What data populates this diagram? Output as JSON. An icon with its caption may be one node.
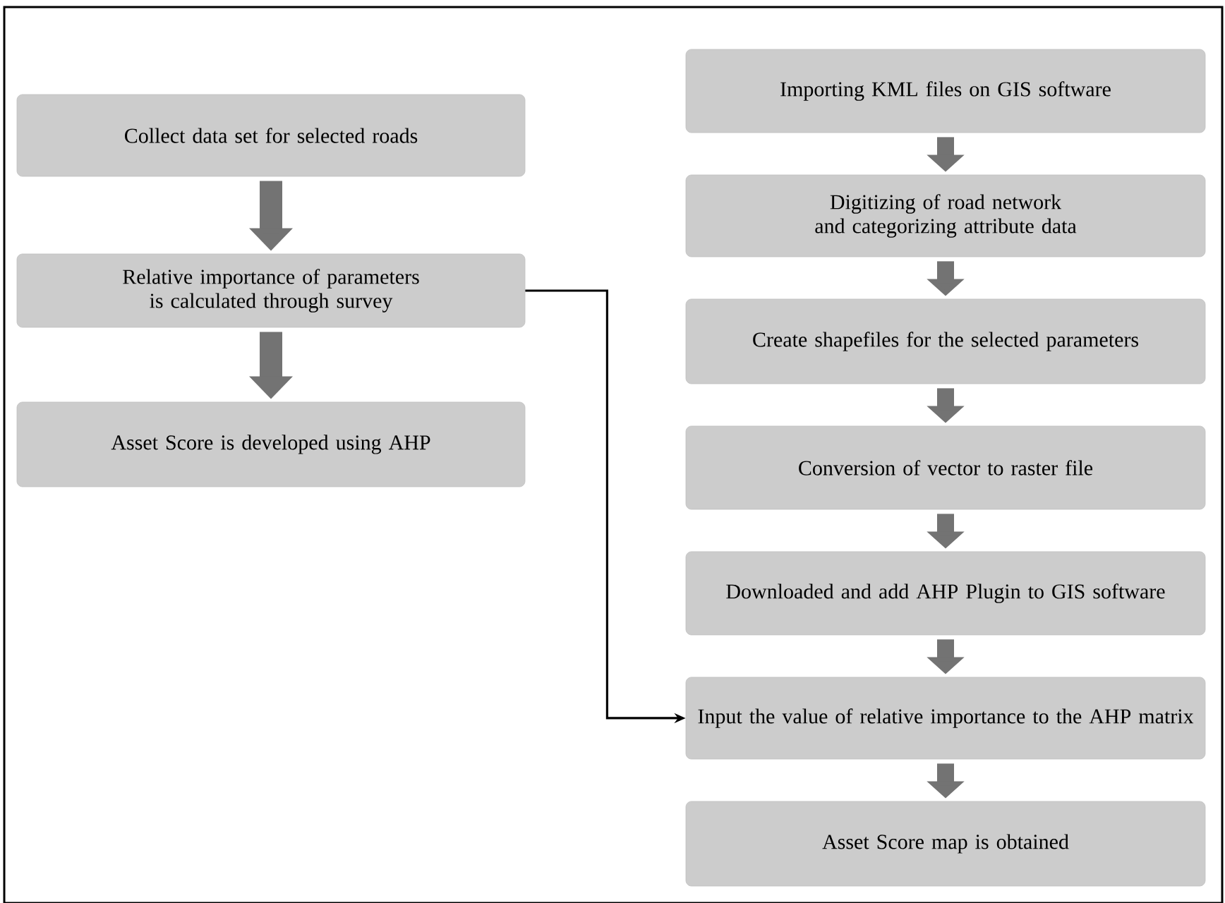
{
  "diagram": {
    "nodes": [
      {
        "text": [
          "Collect data set for selected roads"
        ]
      },
      {
        "text": [
          "Relative importance of parameters is calculated through survey"
        ]
      },
      {
        "text": [
          "Asset Score is developed using AHP"
        ]
      },
      {
        "text": [
          "Importing KML files on GIS software"
        ]
      },
      {
        "text": [
          "Digitizing of road network and categorizing attribute data"
        ]
      },
      {
        "text": [
          "Create shapefiles for the selected parameters"
        ]
      },
      {
        "text": [
          "Conversion of vector to raster file"
        ]
      },
      {
        "text": [
          "Downloaded and add AHP Plugin to GIS software"
        ]
      },
      {
        "text": [
          "Input the value of relative importance  to the AHP matrix"
        ]
      },
      {
        "text": [
          "Asset Score map is obtained"
        ]
      }
    ],
    "edges": [
      {
        "from": 0,
        "to": 1,
        "arrow": "to"
      },
      {
        "from": 1,
        "to": 2,
        "arrow": "to"
      },
      {
        "from": 3,
        "to": 4,
        "arrow": "to"
      },
      {
        "from": 4,
        "to": 5,
        "arrow": "to"
      },
      {
        "from": 5,
        "to": 6,
        "arrow": "to"
      },
      {
        "from": 6,
        "to": 7,
        "arrow": "to"
      },
      {
        "from": 7,
        "to": 8,
        "arrow": "to"
      },
      {
        "from": 8,
        "to": 9,
        "arrow": "to"
      },
      {
        "from": 1,
        "to": 8,
        "arrow": "to",
        "color": "#000000"
      }
    ]
  }
}
